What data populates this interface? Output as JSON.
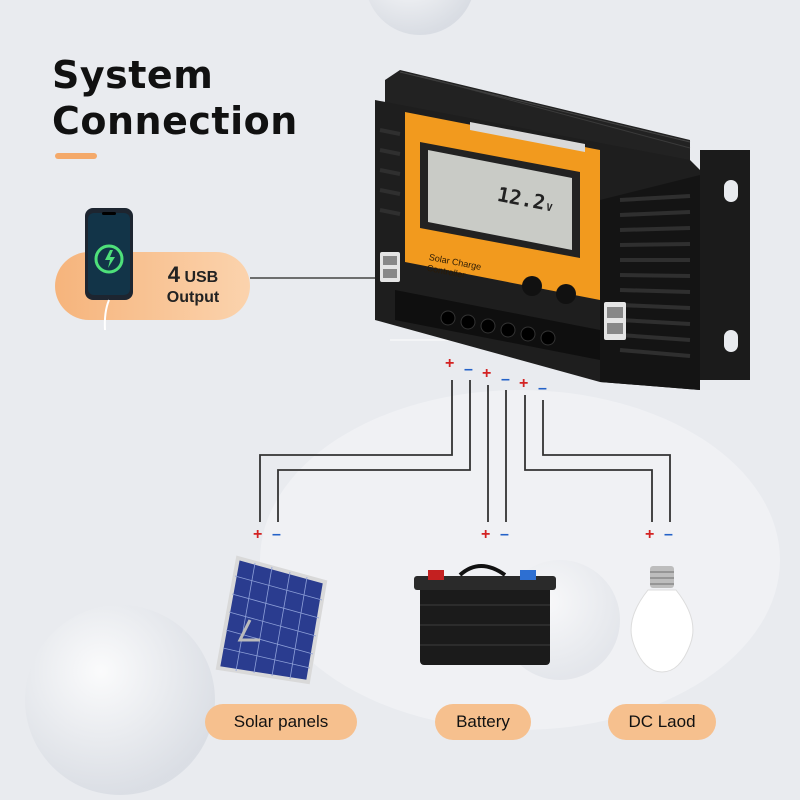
{
  "title": {
    "line1": "System",
    "line2": "Connection"
  },
  "usb": {
    "number": "4",
    "word": "USB",
    "line2": "Output"
  },
  "controller": {
    "lcd_voltage": "12.2",
    "lcd_unit": "V",
    "label_line1": "Solar Charge",
    "label_line2": "Controller"
  },
  "terminals": {
    "plus": "+",
    "minus": "–"
  },
  "devices": [
    {
      "label": "Solar panels"
    },
    {
      "label": "Battery"
    },
    {
      "label": "DC Laod"
    }
  ],
  "colors": {
    "accent": "#f4a96a",
    "pill": "#f6c08e",
    "plus": "#d32222",
    "minus": "#2462c8",
    "controller_orange": "#f29a1e"
  }
}
